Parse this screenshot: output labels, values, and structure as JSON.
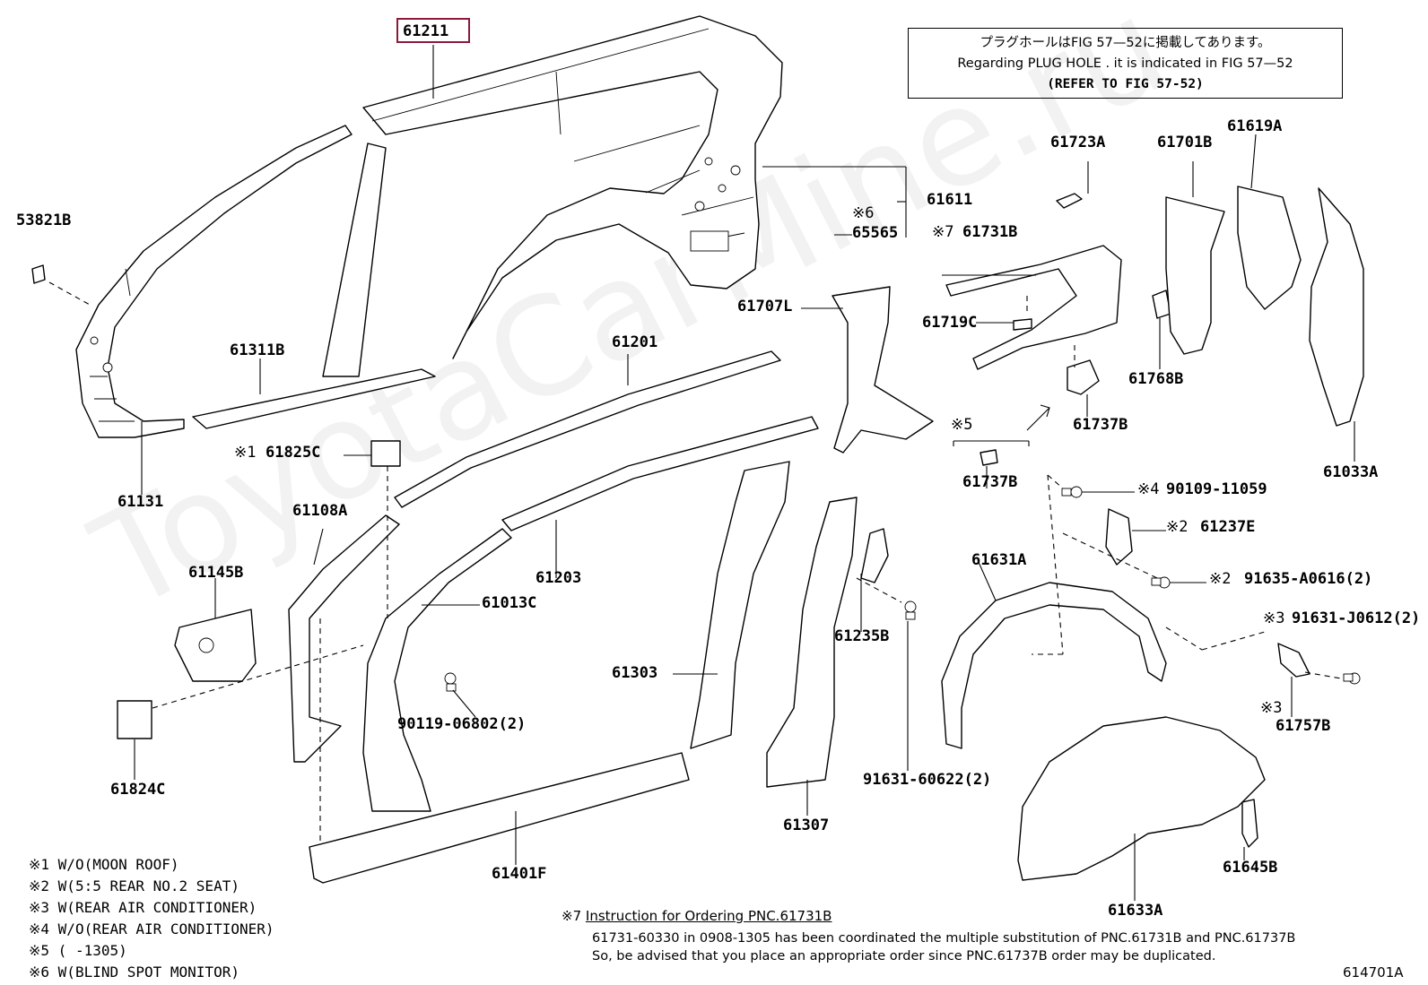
{
  "watermark": "ToyotaCarMine.ru",
  "highlighted_part": "61211",
  "note": {
    "line_jp": "プラグホールはFIG 57—52に掲載してあります。",
    "line_en": "Regarding PLUG HOLE . it is indicated in FIG 57—52",
    "line_ref": "(REFER TO FIG 57-52)"
  },
  "labels": {
    "p61211": "61211",
    "p53821B": "53821B",
    "p61311B": "61311B",
    "p61131": "61131",
    "p61201": "61201",
    "p61611": "61611",
    "p65565": "65565",
    "m6a": "※6",
    "p61723A": "61723A",
    "p61701B": "61701B",
    "p61619A": "61619A",
    "p61731B": "61731B",
    "m7": "※7",
    "p61707L": "61707L",
    "p61719C": "61719C",
    "p61768B": "61768B",
    "p61737B_a": "61737B",
    "p61033A": "61033A",
    "m5": "※5",
    "p61737B_b": "61737B",
    "m4": "※4",
    "p90109": "90109-11059",
    "m2a": "※2",
    "p61237E": "61237E",
    "m2b": "※2",
    "p91635": "91635-A0616(2)",
    "m1": "※1",
    "p61825C": "61825C",
    "p61108A": "61108A",
    "p61203": "61203",
    "p61145B": "61145B",
    "p61013C": "61013C",
    "p61631A": "61631A",
    "m3a": "※3",
    "p91631J": "91631-J0612(2)",
    "p61235B": "61235B",
    "p61303": "61303",
    "p90119": "90119-06802(2)",
    "m3b": "※3",
    "p61757B": "61757B",
    "p61824C": "61824C",
    "p91631_60622": "91631-60622(2)",
    "p61307": "61307",
    "p61645B": "61645B",
    "p61401F": "61401F",
    "p61633A": "61633A"
  },
  "legend": [
    "※1 W/O(MOON ROOF)",
    "※2 W(5:5 REAR NO.2 SEAT)",
    "※3 W(REAR AIR CONDITIONER)",
    "※4 W/O(REAR AIR CONDITIONER)",
    "※5 (       -1305)",
    "※6 W(BLIND SPOT MONITOR)"
  ],
  "instructions": {
    "marker": "※7",
    "title": "Instruction for Ordering PNC.61731B",
    "line1": "61731-60330 in 0908-1305 has been coordinated the multiple substitution of PNC.61731B and PNC.61737B",
    "line2": "So, be advised that you place an appropriate order since PNC.61737B order may be duplicated."
  },
  "figure_code": "614701A",
  "colors": {
    "highlight": "#8b1a3a",
    "ink": "#000000"
  }
}
